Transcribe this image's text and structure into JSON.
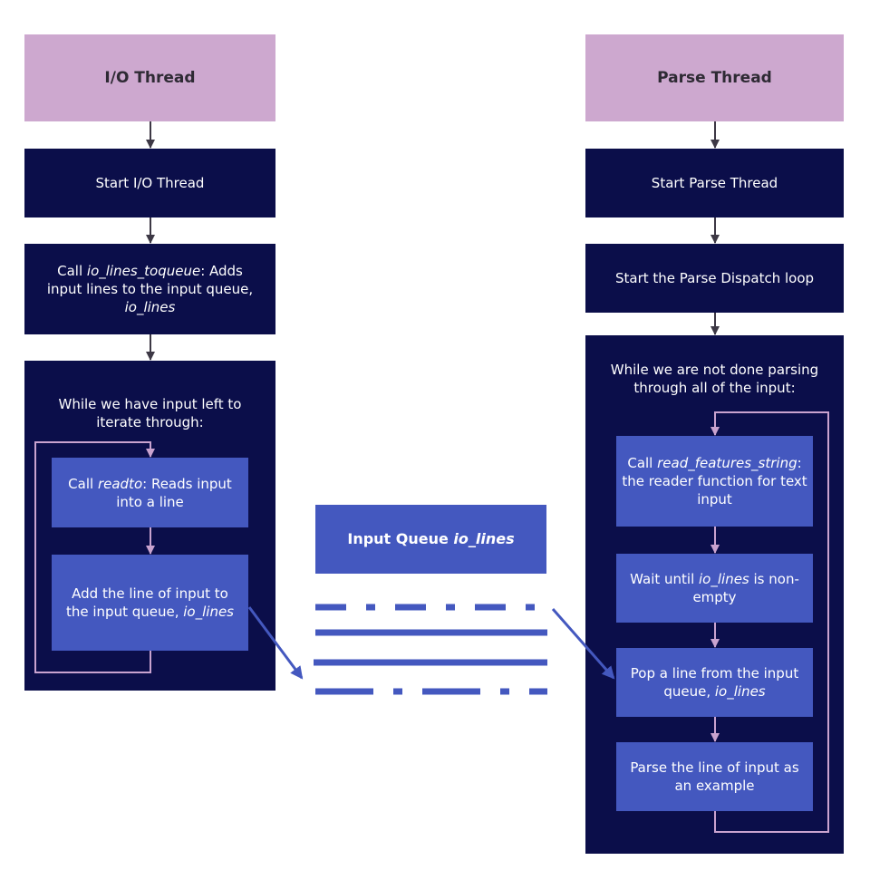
{
  "io": {
    "header": "I/O Thread",
    "start": "Start I/O Thread",
    "call_pre": "Call ",
    "call_func": "io_lines_toqueue",
    "call_mid": ": Adds input lines to the input queue, ",
    "call_queue": "io_lines",
    "loop_title": "While we have input left to iterate through:",
    "readto_pre": "Call ",
    "readto_func": "readto",
    "readto_post": ": Reads input into a line",
    "add_pre": "Add the line of input to the input queue, ",
    "add_queue": "io_lines"
  },
  "queue": {
    "label": "Input Queue ",
    "name": "io_lines"
  },
  "parse": {
    "header": "Parse Thread",
    "start": "Start Parse Thread",
    "dispatch": "Start the Parse Dispatch loop",
    "loop_title": "While we are not done parsing through all of the input:",
    "call_pre": "Call ",
    "call_func": "read_features_string",
    "call_post": ": the reader function for text input",
    "wait_pre": "Wait until ",
    "wait_queue": "io_lines",
    "wait_post": " is non-empty",
    "pop_pre": "Pop a line from the input queue, ",
    "pop_queue": "io_lines",
    "parse_line": "Parse the line of input as an example"
  },
  "colors": {
    "header": "#cda8cf",
    "dark": "#0b0e4a",
    "blue": "#4458bf",
    "pink_arrow": "#c9a3cf",
    "gray_arrow": "#3d3845"
  }
}
